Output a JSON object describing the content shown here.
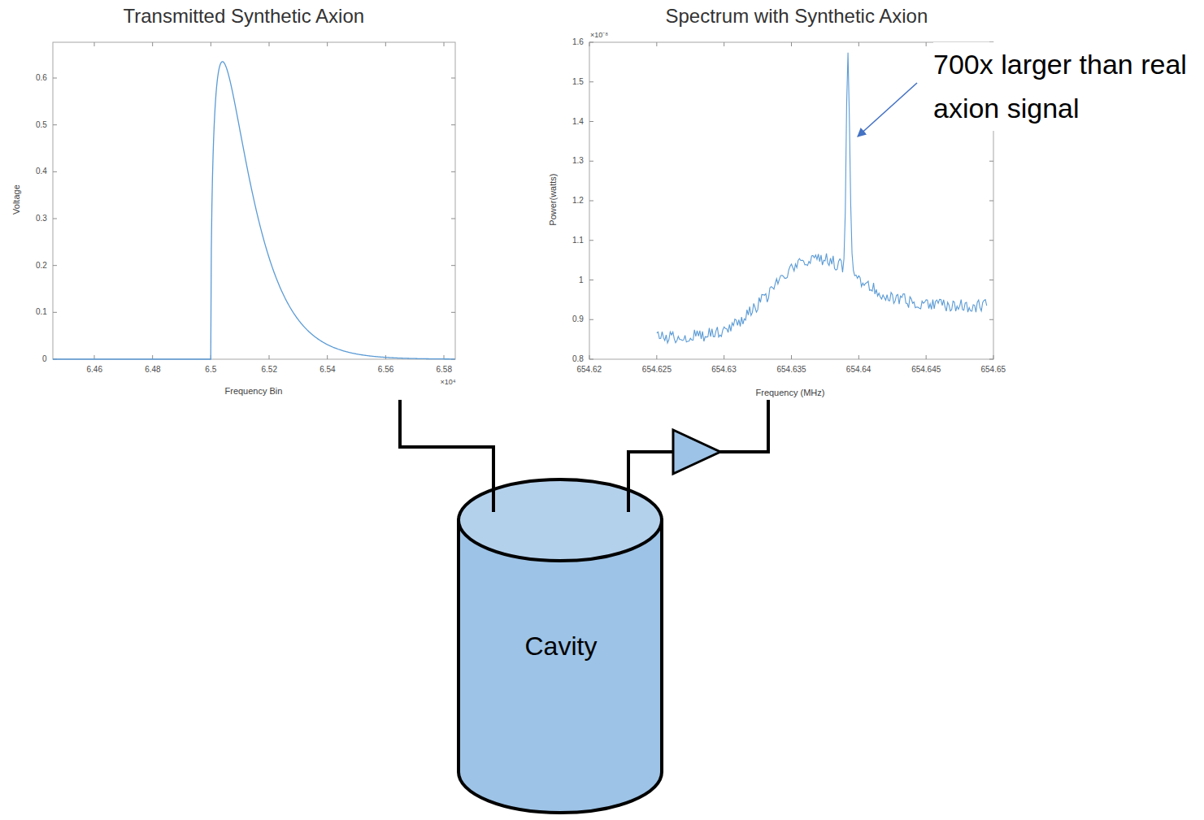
{
  "diagram": {
    "nodes": [
      {
        "text": [
          "Transmitted Synthetic Axion",
          "Voltage",
          "Frequency Bin"
        ]
      },
      {
        "text": [
          "Spectrum with Synthetic Axion",
          "Power(watts)",
          "Frequency (MHz)"
        ]
      },
      {
        "text": [
          "Cavity"
        ]
      }
    ],
    "edges": [
      {
        "from": 0,
        "to": 2,
        "arrow": "none"
      },
      {
        "from": 2,
        "to": 1,
        "arrow": "none"
      }
    ],
    "labels": [
      "0",
      "0.1",
      "0.2",
      "0.3",
      "0.4",
      "0.5",
      "0.6",
      "6.46",
      "6.48",
      "6.5",
      "6.52",
      "6.54",
      "6.56",
      "6.58",
      "×10⁴",
      "0.8",
      "0.9",
      "1",
      "1.1",
      "1.2",
      "1.3",
      "1.4",
      "1.5",
      "1.6",
      "×10⁻⁸",
      "654.62",
      "654.625",
      "654.63",
      "654.635",
      "654.64",
      "654.645",
      "654.65",
      "700x larger than real axion signal"
    ]
  }
}
